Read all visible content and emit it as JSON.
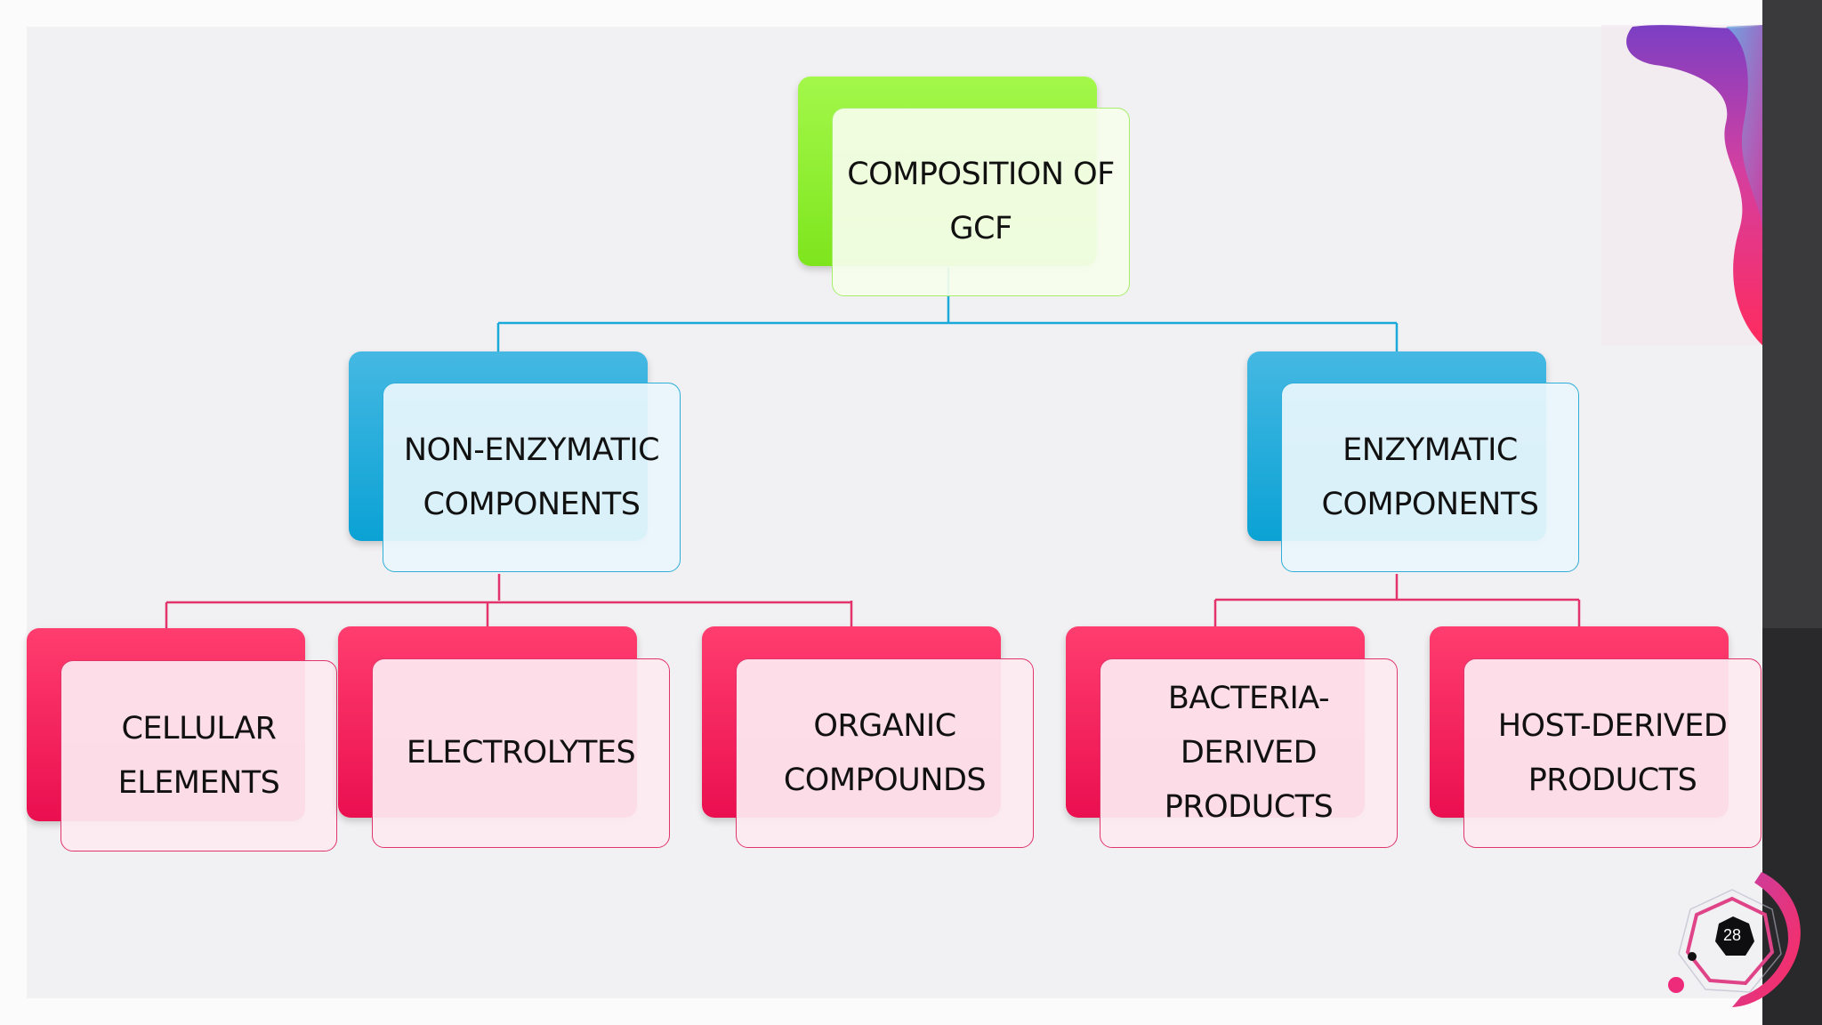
{
  "diagram": {
    "root": {
      "label": "COMPOSITION OF\nGCF"
    },
    "branches": [
      {
        "label": "NON-ENZYMATIC\nCOMPONENTS",
        "children": [
          {
            "label": "CELLULAR\nELEMENTS"
          },
          {
            "label": "ELECTROLYTES"
          },
          {
            "label": "ORGANIC\nCOMPOUNDS"
          }
        ]
      },
      {
        "label": "ENZYMATIC\nCOMPONENTS",
        "children": [
          {
            "label": "BACTERIA-\nDERIVED\nPRODUCTS"
          },
          {
            "label": "HOST-DERIVED\nPRODUCTS"
          }
        ]
      }
    ]
  },
  "page_number": "28",
  "colors": {
    "root": "#8ef035",
    "branch": "#1aa9db",
    "leaf": "#f31f5c",
    "slide_background": "#f1f0f2"
  }
}
